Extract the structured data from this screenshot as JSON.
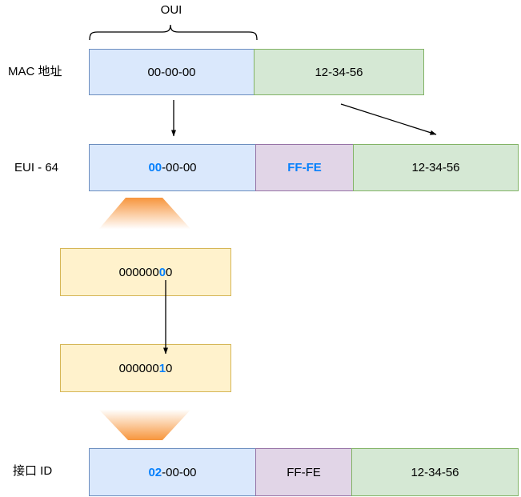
{
  "colors": {
    "blue_fill": "#dae8fc",
    "blue_stroke": "#6c8ebf",
    "green_fill": "#d5e8d4",
    "green_stroke": "#82b366",
    "purple_fill": "#e1d5e7",
    "purple_stroke": "#9673a6",
    "yellow_fill": "#fff2cc",
    "yellow_stroke": "#d6b656",
    "highlight_text": "#0680fc",
    "funnel_orange": "#f7953c",
    "line_color": "#000000"
  },
  "oui": {
    "label": "OUI"
  },
  "mac_row": {
    "label": "MAC 地址",
    "oui_cell": "00-00-00",
    "nic_cell": "12-34-56"
  },
  "eui_row": {
    "label": "EUI - 64",
    "oui_highlight": "00",
    "oui_rest": "-00-00",
    "fffe_cell": "FF-FE",
    "nic_cell": "12-34-56"
  },
  "binary_box_1": {
    "pre": "000000",
    "highlight": "0",
    "post": "0"
  },
  "binary_box_2": {
    "pre": "000000",
    "highlight": "1",
    "post": "0"
  },
  "interface_row": {
    "label": "接口 ID",
    "oui_highlight": "02",
    "oui_rest": "-00-00",
    "fffe_cell": "FF-FE",
    "nic_cell": "12-34-56"
  }
}
